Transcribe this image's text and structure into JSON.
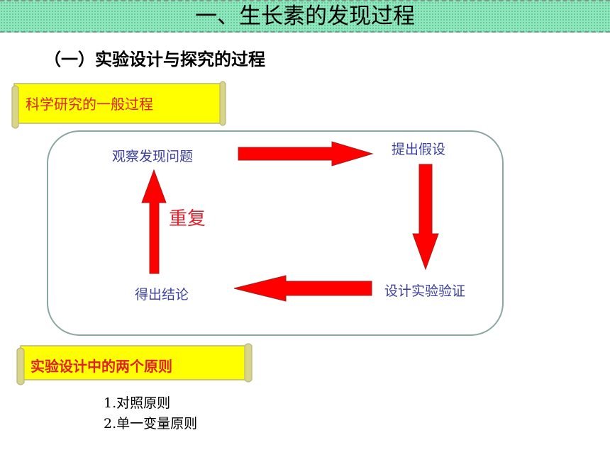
{
  "header": {
    "title": "一、生长素的发现过程"
  },
  "section": {
    "subtitle": "（一）实验设计与探究的过程"
  },
  "banner_research": {
    "label": "科学研究的一般过程"
  },
  "cycle": {
    "observe": "观察发现问题",
    "hypothesis": "提出假设",
    "experiment": "设计实验验证",
    "conclusion": "得出结论",
    "repeat": "重复"
  },
  "banner_principles": {
    "label": "实验设计中的两个原则"
  },
  "principles": {
    "items": [
      "1.对照原则",
      "2.单一变量原则"
    ]
  },
  "colors": {
    "arrow": "#ff0000",
    "banner": "#ffff00",
    "title_bar": "#8fe8bd",
    "node_text": "#3b3fa0"
  }
}
